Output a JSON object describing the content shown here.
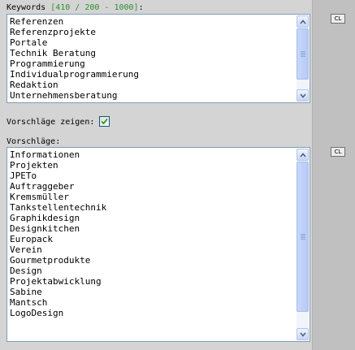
{
  "keywords": {
    "label": "Keywords",
    "limits": "[410 / 200 - 1000]",
    "colon": ":",
    "items": [
      "Referenzen",
      "Referenzprojekte",
      "Portale",
      "Technik Beratung",
      "Programmierung",
      "Individualprogrammierung",
      "Redaktion",
      "Unternehmensberatung"
    ],
    "clear_label": "CL"
  },
  "show_suggestions": {
    "label": "Vorschläge zeigen:",
    "checked": true
  },
  "suggestions": {
    "label": "Vorschläge:",
    "items": [
      "Informationen",
      "Projekten",
      "JPETo",
      "Auftraggeber",
      "Kremsmüller",
      "Tankstellentechnik",
      "Graphikdesign",
      "Designkitchen",
      "Europack",
      "Verein",
      "Gourmetprodukte",
      "Design",
      "Projektabwicklung",
      "Sabine",
      "Mantsch",
      "LogoDesign"
    ],
    "clear_label": "CL"
  },
  "colors": {
    "limits_text": "#2f8f2f",
    "listbox_border": "#7f9db9",
    "scrollbar_thumb": "#c1d2fa",
    "checkmark": "#21a121"
  },
  "icons": {
    "scroll_up": "scroll-up-arrow-icon",
    "scroll_down": "scroll-down-arrow-icon",
    "checkmark": "checkmark-icon"
  }
}
